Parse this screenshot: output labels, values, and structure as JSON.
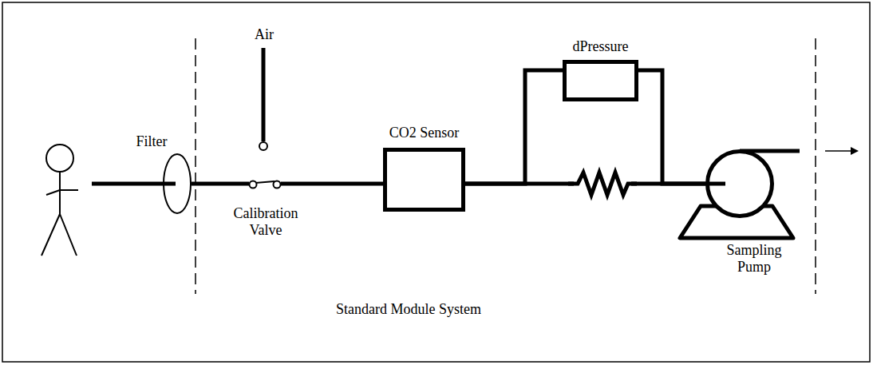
{
  "diagram": {
    "nodes": [
      {
        "text": [
          "Filter"
        ]
      },
      {
        "text": [
          "Calibration Valve"
        ]
      },
      {
        "text": [
          "CO2 Sensor"
        ]
      },
      {
        "text": [
          "dPressure"
        ]
      },
      {
        "text": [
          "Sampling Pump"
        ]
      }
    ],
    "edges": [
      {
        "from": 0,
        "to": 1,
        "arrow": "none"
      },
      {
        "from": 1,
        "to": 2,
        "arrow": "none"
      },
      {
        "from": 2,
        "to": 4,
        "arrow": "none"
      },
      {
        "from": 2,
        "to": 3,
        "arrow": "none"
      },
      {
        "from": 3,
        "to": 4,
        "arrow": "none"
      }
    ],
    "labels": [
      "Air",
      "Standard Module System"
    ]
  }
}
